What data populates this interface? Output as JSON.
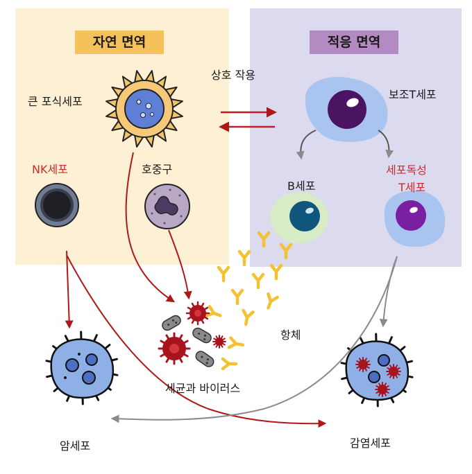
{
  "panels": {
    "innate": {
      "title": "자연 면역",
      "color": "#fdf0d5",
      "title_color": "#f4c15b"
    },
    "adaptive": {
      "title": "적응 면역",
      "color": "#dcdaee",
      "title_color": "#b48ac2"
    }
  },
  "interaction_label": "상호 작용",
  "cells": {
    "macrophage": "큰 포식세포",
    "nk_cell": "NK세포",
    "neutrophil": "호중구",
    "helper_t": "보조T세포",
    "b_cell": "B세포",
    "cytotoxic_t_line1": "세포독성",
    "cytotoxic_t_line2": "T세포",
    "antibody": "항체",
    "pathogens": "세균과 바이러스",
    "cancer_cell": "암세포",
    "infected_cell": "감염세포"
  },
  "colors": {
    "red_arrow": "#b01818",
    "gray_arrow": "#8a8a8a",
    "red_label": "#d12a2a",
    "antibody": "#f2c230"
  }
}
